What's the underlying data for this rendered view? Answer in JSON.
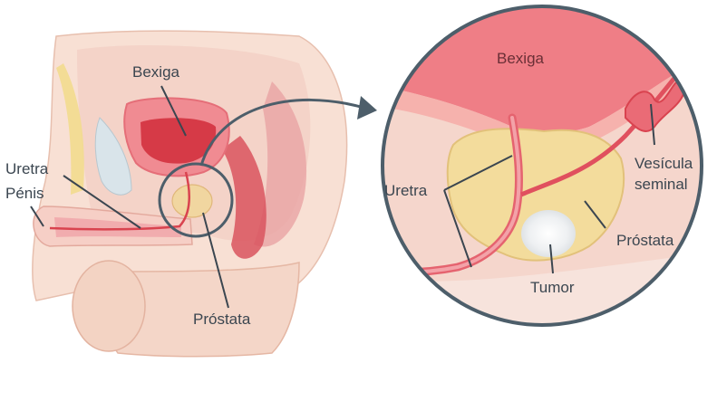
{
  "labels": {
    "bexiga_overview": "Bexiga",
    "uretra_overview": "Uretra",
    "penis": "Pénis",
    "prostata_overview": "Próstata",
    "bexiga_zoom": "Bexiga",
    "uretra_zoom": "Uretra",
    "vesicula_line1": "Vesícula",
    "vesicula_line2": "seminal",
    "prostata_zoom": "Próstata",
    "tumor": "Tumor"
  },
  "colors": {
    "skin": "#f6d9cc",
    "skin_shadow": "#e9b8a6",
    "bladder": "#ef7f86",
    "bladder_dark": "#d9434f",
    "prostate": "#f3dc9c",
    "circle_stroke": "#4d5e6a",
    "tumor": "#f7f7f7"
  }
}
